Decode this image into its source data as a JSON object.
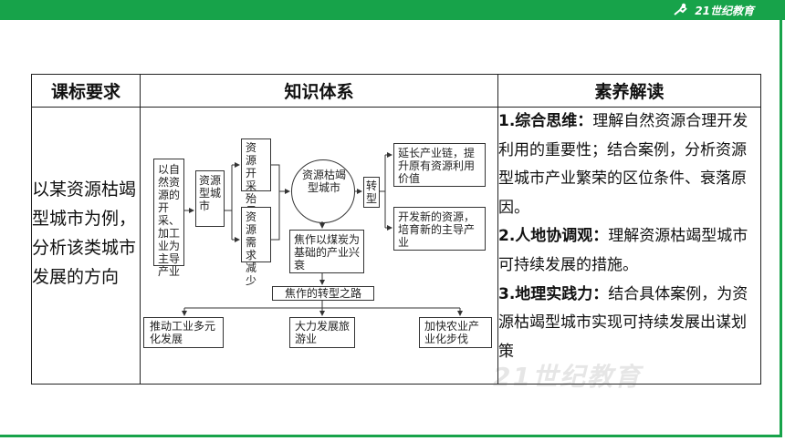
{
  "header": {
    "logo_text": "21世纪教育"
  },
  "table": {
    "headers": [
      "课标要求",
      "知识体系",
      "素养解读"
    ],
    "requirement": "以某资源枯竭型城市为例，分析该类城市发展的方向",
    "literacy": [
      {
        "label": "1.综合思维：",
        "text": "理解自然资源合理开发利用的重要性；结合案例，分析资源型城市产业繁荣的区位条件、衰落原因。"
      },
      {
        "label": "2.人地协调观：",
        "text": "理解资源枯竭型城市可持续发展的措施。"
      },
      {
        "label": "3.地理实践力：",
        "text": "结合具体案例，为资源枯竭型城市实现可持续发展出谋划策"
      }
    ]
  },
  "diagram": {
    "node_natural": "以自然资源的开采、加工业为主导产业",
    "node_resource_city": "资源型城市",
    "node_exhausted": "资源开采殆尽",
    "node_demand": "资源需求减少",
    "node_center": "资源枯竭型城市",
    "node_transform": "转型",
    "node_extend": "延长产业链，提升原有资源利用价值",
    "node_develop": "开发新的资源，培育新的主导产业",
    "node_jiaozuo": "焦作以煤炭为基础的产业兴衰",
    "node_path": "焦作的转型之路",
    "node_industry": "推动工业多元化发展",
    "node_tourism": "大力发展旅游业",
    "node_agri": "加快农业产业化步伐"
  },
  "watermark": "21世纪教育"
}
